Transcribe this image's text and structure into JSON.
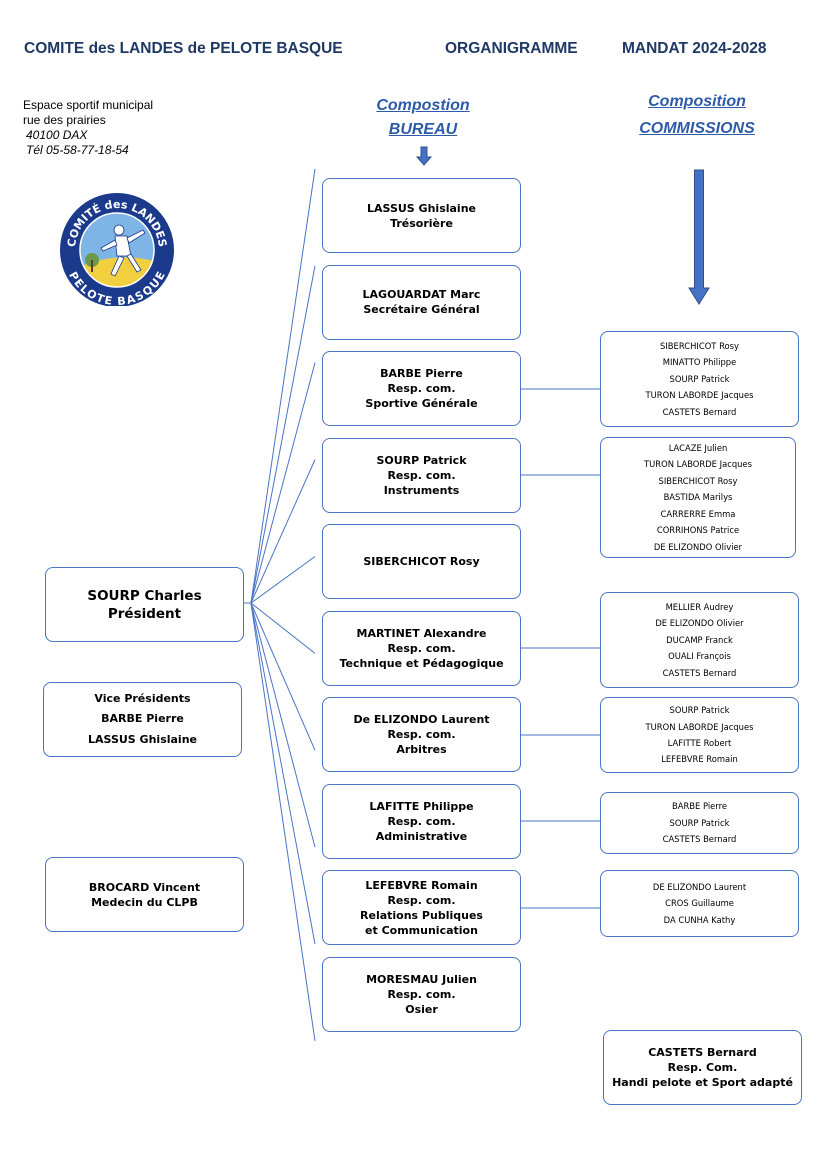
{
  "header": {
    "organization": "COMITE des LANDES de PELOTE BASQUE",
    "doc_title": "ORGANIGRAMME",
    "mandate": "MANDAT 2024-2028"
  },
  "address": {
    "line1": "Espace sportif municipal",
    "line2": "rue des prairies",
    "line3": "40100 DAX",
    "line4": "Tél 05-58-77-18-54"
  },
  "logo": {
    "top_text": "COMITÉ des LANDES",
    "bottom_text": "PELOTE BASQUE",
    "colors": {
      "ring": "#1b3a8c",
      "sky": "#7fb4e6",
      "sand": "#f2cf3e",
      "figure": "#ffffff"
    }
  },
  "sections": {
    "bureau": {
      "line1": "Compostion",
      "line2": "BUREAU"
    },
    "commissions": {
      "line1": "Composition",
      "line2": "COMMISSIONS"
    }
  },
  "president": {
    "name": "SOURP Charles",
    "role": "Président"
  },
  "vice_presidents": {
    "title": "Vice Présidents",
    "names": [
      "BARBE Pierre",
      "LASSUS Ghislaine"
    ]
  },
  "doctor": {
    "name": "BROCARD Vincent",
    "role": "Medecin du CLPB"
  },
  "bureau": [
    {
      "name": "LASSUS Ghislaine",
      "lines": [
        "Trésorière"
      ]
    },
    {
      "name": "LAGOUARDAT  Marc",
      "lines": [
        "Secrétaire Général"
      ]
    },
    {
      "name": "BARBE Pierre",
      "lines": [
        "Resp. com.",
        "Sportive Générale"
      ]
    },
    {
      "name": "SOURP Patrick",
      "lines": [
        "Resp. com.",
        "Instruments"
      ]
    },
    {
      "name": "SIBERCHICOT Rosy",
      "lines": []
    },
    {
      "name": "MARTINET Alexandre",
      "lines": [
        "Resp. com.",
        "Technique et Pédagogique"
      ]
    },
    {
      "name": "De ELIZONDO Laurent",
      "lines": [
        "Resp. com.",
        "Arbitres"
      ]
    },
    {
      "name": "LAFITTE  Philippe",
      "lines": [
        "Resp. com.",
        "Administrative"
      ]
    },
    {
      "name": "LEFEBVRE  Romain",
      "lines": [
        "Resp. com.",
        "Relations Publiques",
        "et Communication"
      ]
    },
    {
      "name": "MORESMAU Julien",
      "lines": [
        "Resp. com.",
        "Osier"
      ]
    }
  ],
  "commissions": [
    {
      "bureau_index": 2,
      "members": [
        "SIBERCHICOT Rosy",
        "MINATTO Philippe",
        "SOURP Patrick",
        "TURON LABORDE Jacques",
        "CASTETS Bernard"
      ]
    },
    {
      "bureau_index": 3,
      "members": [
        "LACAZE Julien",
        "TURON LABORDE Jacques",
        "SIBERCHICOT Rosy",
        "BASTIDA Marilys",
        "CARRERRE Emma",
        "CORRIHONS Patrice",
        "DE ELIZONDO Olivier"
      ]
    },
    {
      "bureau_index": 5,
      "members": [
        "MELLIER Audrey",
        "DE ELIZONDO Olivier",
        "DUCAMP Franck",
        "OUALI François",
        "CASTETS Bernard"
      ]
    },
    {
      "bureau_index": 6,
      "members": [
        "SOURP Patrick",
        "TURON LABORDE Jacques",
        "LAFITTE Robert",
        "LEFEBVRE Romain"
      ]
    },
    {
      "bureau_index": 7,
      "members": [
        "BARBE Pierre",
        "SOURP Patrick",
        "CASTETS Bernard"
      ]
    },
    {
      "bureau_index": 8,
      "members": [
        "DE ELIZONDO Laurent",
        "CROS Guillaume",
        "DA CUNHA Kathy"
      ]
    }
  ],
  "handi": {
    "name": "CASTETS Bernard",
    "lines": [
      "Resp. Com.",
      "Handi pelote et Sport adapté"
    ]
  },
  "colors": {
    "header": "#1f3864",
    "section_heading": "#2e5ba8",
    "box_border": "#4a74c4",
    "lines": "#4a74c4",
    "arrow_fill": "#4472c4",
    "arrow_stroke": "#2f528f"
  }
}
